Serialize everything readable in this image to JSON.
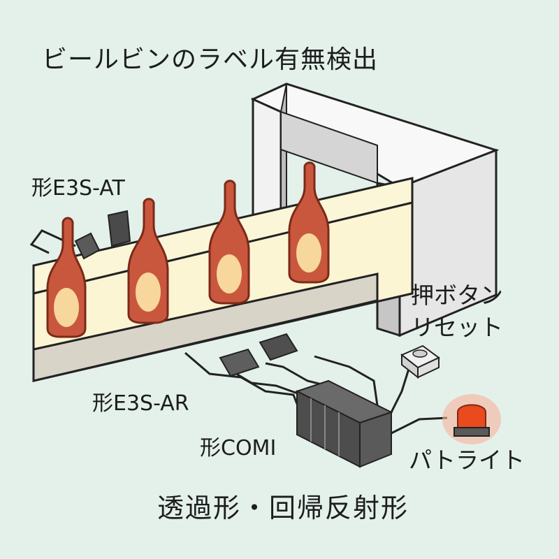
{
  "title": "ビールビンのラベル有無検出",
  "labels": {
    "sensor_through_beam": "形E3S-AT",
    "sensor_retroreflective": "形E3S-AR",
    "controller": "形COMI",
    "push_button_line1": "押ボタン",
    "push_button_line2": "リセット",
    "patlite": "パトライト"
  },
  "caption": "透過形・回帰反射形",
  "colors": {
    "background": "#e3f1ea",
    "bottle": "#c9573e",
    "bottle_outline": "#7a2a18",
    "bottle_label": "#f7d79c",
    "conveyor_top": "#fbf6d8",
    "conveyor_side": "#d8d4c8",
    "frame": "#f8f8f8",
    "frame_shadow": "#c6c6c6",
    "device_dark": "#4f4f4f",
    "lamp": "#e94a1e"
  },
  "icons": [
    "bottle-icon",
    "sensor-icon",
    "push-button-icon",
    "patlite-lamp-icon",
    "controller-icon"
  ]
}
